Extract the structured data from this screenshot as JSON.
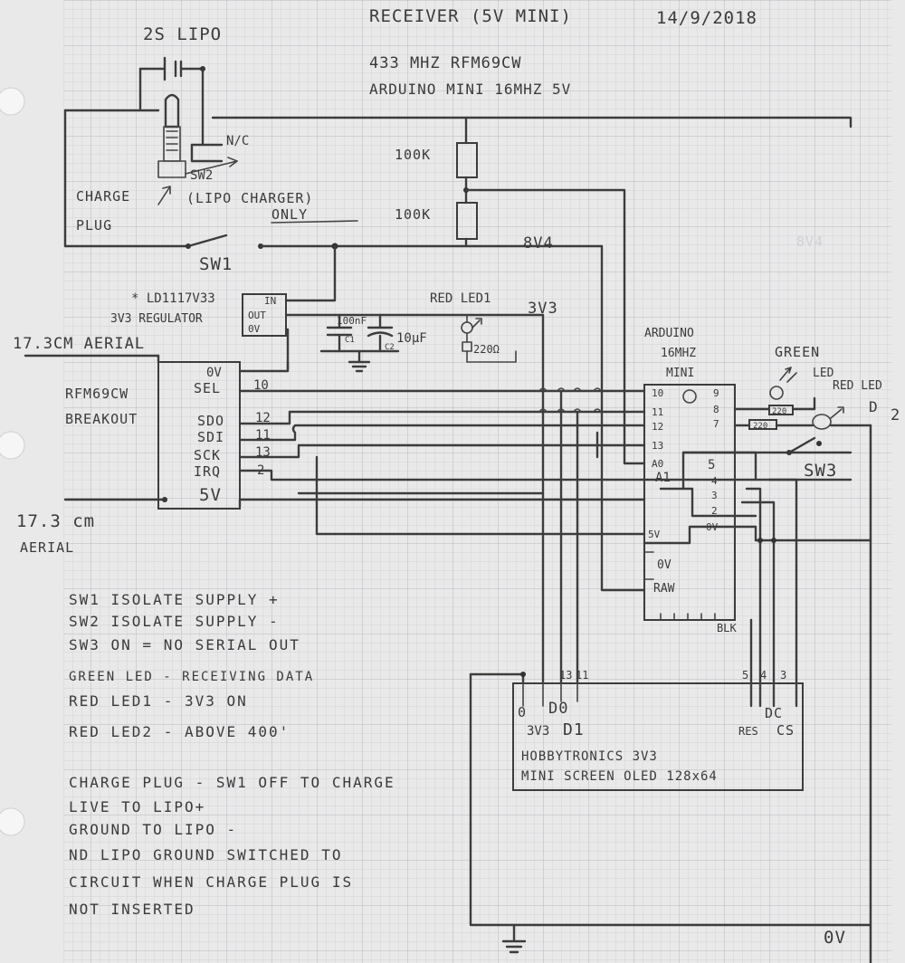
{
  "header": {
    "title": "RECEIVER (5V MINI)",
    "date": "14/9/2018",
    "line1": "433 MHZ RFM69CW",
    "line2": "ARDUINO MINI 16MHZ 5V"
  },
  "power": {
    "battery": "2S LIPO",
    "nc": "N/C",
    "sw2": "SW2",
    "charge_plug_1": "CHARGE",
    "charge_plug_2": "PLUG",
    "charger_note_1": "(LIPO CHARGER)",
    "charger_note_2": "ONLY",
    "sw1": "SW1",
    "r1": "100K",
    "r2": "100K",
    "rail_8v4": "8V4",
    "ghost_8v4": "8V4",
    "rail_3v3": "3V3",
    "rail_0v": "0V"
  },
  "regulator": {
    "name": "* LD1117V33",
    "desc": "3V3 REGULATOR",
    "pins": [
      "IN",
      "OUT",
      "0V"
    ],
    "cap1": "100nF",
    "cap1_ref": "C1",
    "cap2": "10μF",
    "cap2_ref": "C2"
  },
  "led_red1": {
    "label": "RED LED1",
    "resistor": "220Ω"
  },
  "rfm": {
    "aerial_top": "17.3CM AERIAL",
    "name1": "RFM69CW",
    "name2": "BREAKOUT",
    "pins": [
      "0V",
      "SEL",
      "SDO",
      "SDI",
      "SCK",
      "IRQ",
      "5V"
    ],
    "pin_nums": [
      "10",
      "12",
      "11",
      "13",
      "2"
    ],
    "aerial_bottom_1": "17.3 cm",
    "aerial_bottom_2": "AERIAL"
  },
  "arduino": {
    "title1": "ARDUINO",
    "title2": "16MHZ",
    "title3": "MINI",
    "left_pins": [
      "10",
      "11",
      "12",
      "13",
      "A0",
      "A1",
      "5V",
      "0V",
      "RAW"
    ],
    "right_pins": [
      "9",
      "8",
      "7",
      "5",
      "4",
      "3",
      "2",
      "0V"
    ],
    "footer": "BLK",
    "r_green": "220",
    "r_red": "220"
  },
  "indicators": {
    "green_led_1": "GREEN",
    "green_led_2": "LED",
    "red_led2": "RED LED",
    "red_led2_sub": "2",
    "sw3": "SW3"
  },
  "oled": {
    "top_pins": [
      "13",
      "11",
      "5",
      "4",
      "3"
    ],
    "pins_row": [
      "0",
      "D0",
      "DC"
    ],
    "pins_row2": [
      "3V3",
      "D1",
      "RES",
      "CS"
    ],
    "title1": "HOBBYTRONICS 3V3",
    "title2": "MINI SCREEN OLED 128x64"
  },
  "notes": [
    "SW1   ISOLATE SUPPLY +",
    "SW2   ISOLATE SUPPLY -",
    "SW3   ON = NO SERIAL OUT",
    "GREEN LED  - RECEIVING DATA",
    "RED LED1   - 3V3 ON",
    "RED LED2   - ABOVE 400'",
    "CHARGE PLUG - SW1 OFF TO CHARGE",
    "LIVE TO LIPO+",
    "GROUND TO LIPO -",
    "ND LIPO GROUND SWITCHED TO",
    "CIRCUIT WHEN CHARGE PLUG IS",
    "NOT INSERTED"
  ]
}
